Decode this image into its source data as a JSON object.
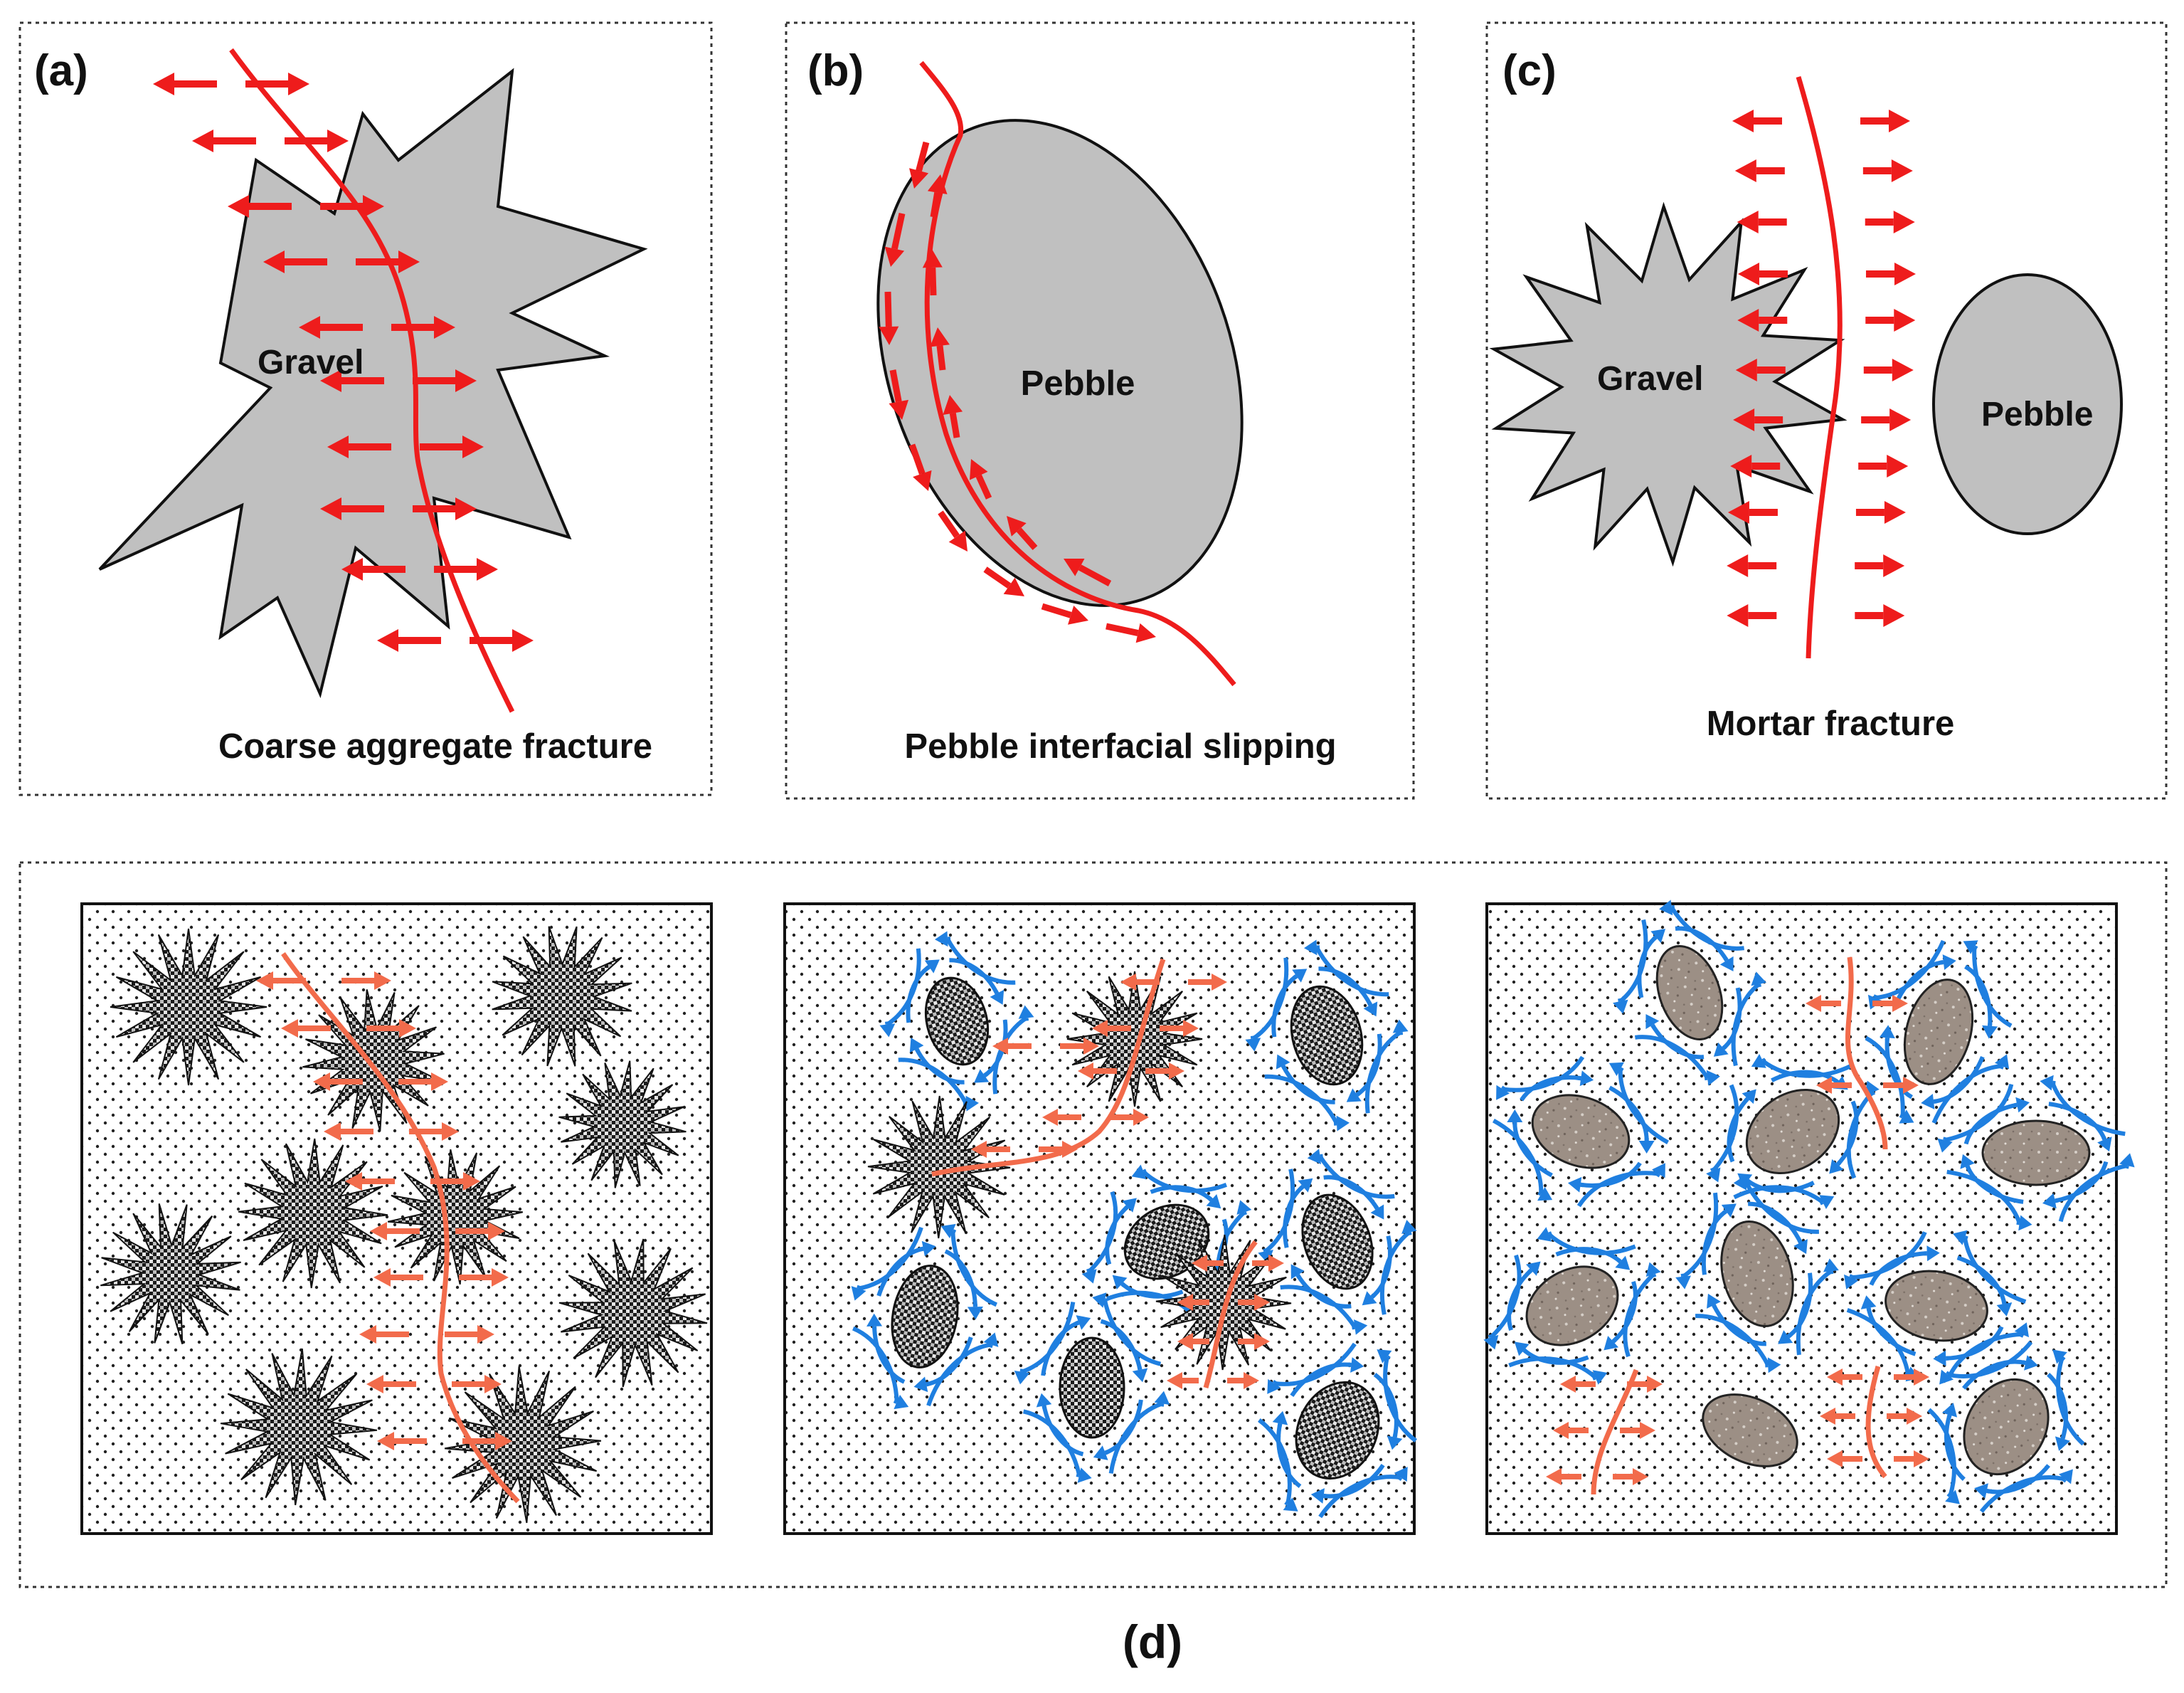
{
  "panels": {
    "a": {
      "tag": "(a)",
      "caption": "Coarse aggregate fracture",
      "shape_label": "Gravel"
    },
    "b": {
      "tag": "(b)",
      "caption": "Pebble interfacial slipping",
      "shape_label": "Pebble"
    },
    "c": {
      "tag": "(c)",
      "caption": "Mortar fracture",
      "gravel_label": "Gravel",
      "pebble_label": "Pebble"
    },
    "d": {
      "tag": "(d)"
    }
  },
  "colors": {
    "crack_red": "#ee1c1c",
    "crack_orange": "#f26b4b",
    "shear_blue": "#1f7fe0",
    "aggregate_gray": "#c0c0c0",
    "pebble_brown": "#9c8f85",
    "frame": "#333333"
  }
}
